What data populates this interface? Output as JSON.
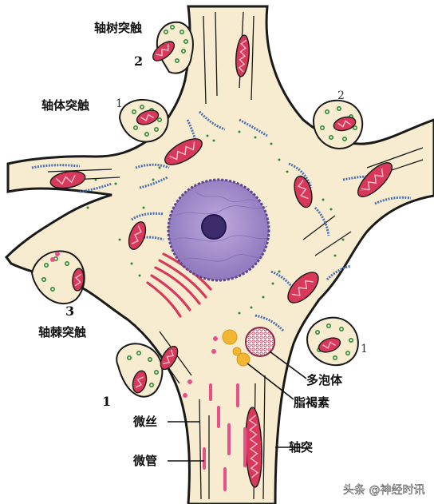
{
  "labels": {
    "axodendritic": "轴树突触",
    "axosomatic": "轴体突触",
    "axospinous": "轴棘突触",
    "multivesicular": "多泡体",
    "lipofuscin": "脂褐素",
    "microfilament": "微丝",
    "microtubule": "微管",
    "axon": "轴突"
  },
  "numbers": {
    "n_dendritic": "2",
    "n_somatic_left": "1",
    "n_top_right": "2",
    "n_spinous": "3",
    "n_bottom_left": "1",
    "n_right": "1"
  },
  "watermark": "头条 @神经时讯",
  "colors": {
    "cytoplasm": "#f7ecd0",
    "outline": "#1a1a1a",
    "nucleus": "#a894cc",
    "nucleolus": "#3d2a6a",
    "mitochondria": "#d8395a",
    "er": "#4a6fb0",
    "vesicle": "#2e8b3a",
    "lipofuscin": "#f2b632",
    "pink_granule": "#e8508a"
  }
}
